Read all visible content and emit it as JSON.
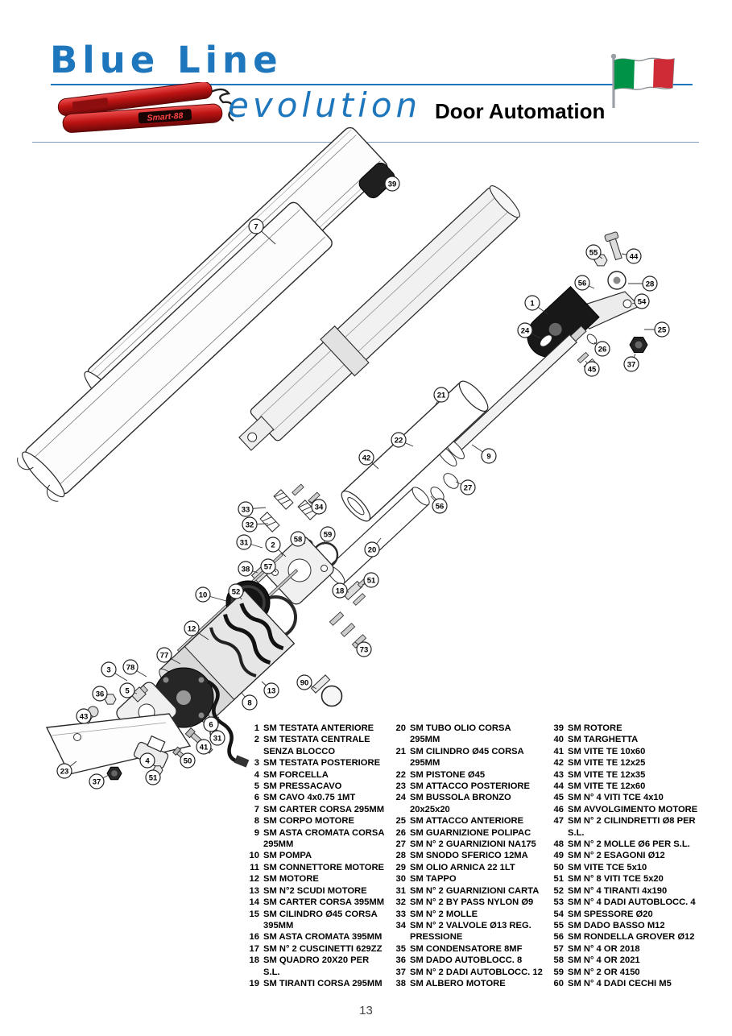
{
  "header": {
    "brand": "Blue Line",
    "evolution": "evolution",
    "door_automation": "Door Automation",
    "device_label": "Smart-88",
    "brand_color": "#1e76bc"
  },
  "flag": {
    "name": "italian-flag",
    "green": "#009246",
    "white": "#ffffff",
    "red": "#ce2b37"
  },
  "diagram": {
    "callouts": [
      [
        39,
        487,
        228,
        472,
        234
      ],
      [
        7,
        318,
        281,
        342,
        303
      ],
      [
        55,
        737,
        313,
        748,
        321
      ],
      [
        44,
        787,
        318,
        772,
        315
      ],
      [
        56,
        723,
        351,
        738,
        358
      ],
      [
        28,
        807,
        352,
        780,
        352
      ],
      [
        54,
        797,
        374,
        785,
        377
      ],
      [
        1,
        661,
        376,
        680,
        390
      ],
      [
        24,
        652,
        410,
        671,
        420
      ],
      [
        25,
        822,
        409,
        800,
        409
      ],
      [
        26,
        748,
        433,
        738,
        425
      ],
      [
        45,
        735,
        458,
        727,
        448
      ],
      [
        37,
        784,
        452,
        789,
        439
      ],
      [
        21,
        548,
        490,
        540,
        504
      ],
      [
        22,
        495,
        546,
        513,
        554
      ],
      [
        9,
        607,
        566,
        586,
        552
      ],
      [
        42,
        455,
        568,
        470,
        582
      ],
      [
        27,
        581,
        605,
        566,
        598
      ],
      [
        56,
        546,
        628,
        535,
        616
      ],
      [
        34,
        396,
        629,
        384,
        622
      ],
      [
        33,
        305,
        632,
        330,
        630
      ],
      [
        32,
        310,
        651,
        333,
        650
      ],
      [
        59,
        407,
        663,
        401,
        676
      ],
      [
        58,
        370,
        669,
        379,
        675
      ],
      [
        31,
        303,
        673,
        326,
        680
      ],
      [
        2,
        339,
        676,
        355,
        691
      ],
      [
        20,
        462,
        682,
        473,
        668
      ],
      [
        38,
        305,
        706,
        320,
        711
      ],
      [
        57,
        333,
        703,
        343,
        710
      ],
      [
        51,
        461,
        720,
        450,
        726
      ],
      [
        18,
        422,
        733,
        433,
        735
      ],
      [
        10,
        252,
        738,
        281,
        746
      ],
      [
        52,
        293,
        734,
        300,
        744
      ],
      [
        12,
        238,
        780,
        259,
        794
      ],
      [
        73,
        452,
        806,
        441,
        797
      ],
      [
        77,
        204,
        813,
        224,
        824
      ],
      [
        3,
        135,
        831,
        158,
        845
      ],
      [
        78,
        162,
        828,
        182,
        840
      ],
      [
        13,
        337,
        857,
        325,
        846
      ],
      [
        5,
        158,
        857,
        170,
        861
      ],
      [
        90,
        378,
        847,
        393,
        855
      ],
      [
        8,
        310,
        872,
        300,
        860
      ],
      [
        36,
        124,
        861,
        133,
        866
      ],
      [
        43,
        104,
        889,
        112,
        886
      ],
      [
        6,
        262,
        899,
        272,
        890
      ],
      [
        23,
        80,
        957,
        95,
        945
      ],
      [
        4,
        183,
        944,
        188,
        936
      ],
      [
        50,
        233,
        944,
        229,
        938
      ],
      [
        41,
        253,
        927,
        250,
        922
      ],
      [
        31,
        270,
        916,
        266,
        911
      ],
      [
        37,
        120,
        970,
        135,
        962
      ],
      [
        51,
        190,
        965,
        194,
        958
      ]
    ]
  },
  "parts_list": {
    "columns": [
      {
        "items": [
          {
            "num": "1",
            "label": "SM TESTATA ANTERIORE"
          },
          {
            "num": "2",
            "label": "SM TESTATA CENTRALE SENZA BLOCCO"
          },
          {
            "num": "3",
            "label": "SM TESTATA POSTERIORE"
          },
          {
            "num": "4",
            "label": "SM FORCELLA"
          },
          {
            "num": "5",
            "label": "SM PRESSACAVO"
          },
          {
            "num": "6",
            "label": "SM CAVO 4x0.75 1MT"
          },
          {
            "num": "7",
            "label": "SM CARTER CORSA 295MM"
          },
          {
            "num": "8",
            "label": "SM CORPO MOTORE"
          },
          {
            "num": "9",
            "label": "SM ASTA CROMATA CORSA 295MM"
          },
          {
            "num": "10",
            "label": "SM POMPA"
          },
          {
            "num": "11",
            "label": "SM CONNETTORE MOTORE"
          },
          {
            "num": "12",
            "label": "SM MOTORE"
          },
          {
            "num": "13",
            "label": "SM N°2 SCUDI MOTORE"
          },
          {
            "num": "14",
            "label": "SM CARTER CORSA 395MM"
          },
          {
            "num": "15",
            "label": "SM CILINDRO Ø45 CORSA 395MM"
          },
          {
            "num": "16",
            "label": "SM ASTA CROMATA 395MM"
          },
          {
            "num": "17",
            "label": "SM N° 2 CUSCINETTI 629ZZ"
          },
          {
            "num": "18",
            "label": "SM QUADRO 20X20 PER S.L."
          },
          {
            "num": "19",
            "label": "SM TIRANTI CORSA 295MM"
          }
        ]
      },
      {
        "items": [
          {
            "num": "20",
            "label": "SM TUBO OLIO CORSA 295MM"
          },
          {
            "num": "21",
            "label": "SM CILINDRO Ø45 CORSA 295MM"
          },
          {
            "num": "22",
            "label": "SM PISTONE Ø45"
          },
          {
            "num": "23",
            "label": "SM ATTACCO POSTERIORE"
          },
          {
            "num": "24",
            "label": "SM BUSSOLA BRONZO 20x25x20"
          },
          {
            "num": "25",
            "label": "SM ATTACCO ANTERIORE"
          },
          {
            "num": "26",
            "label": "SM GUARNIZIONE POLIPAC"
          },
          {
            "num": "27",
            "label": "SM N° 2 GUARNIZIONI NA175"
          },
          {
            "num": "28",
            "label": "SM SNODO SFERICO 12MA"
          },
          {
            "num": "29",
            "label": "SM OLIO ARNICA 22 1LT"
          },
          {
            "num": "30",
            "label": "SM TAPPO"
          },
          {
            "num": "31",
            "label": "SM N° 2 GUARNIZIONI CARTA"
          },
          {
            "num": "32",
            "label": "SM N° 2 BY PASS NYLON Ø9"
          },
          {
            "num": "33",
            "label": "SM N° 2 MOLLE"
          },
          {
            "num": "34",
            "label": "SM N° 2 VALVOLE Ø13 REG. PRESSIONE"
          },
          {
            "num": "35",
            "label": "SM CONDENSATORE 8MF"
          },
          {
            "num": "36",
            "label": "SM DADO AUTOBLOCC. 8"
          },
          {
            "num": "37",
            "label": "SM N° 2 DADI AUTOBLOCC. 12"
          },
          {
            "num": "38",
            "label": "SM ALBERO MOTORE"
          }
        ]
      },
      {
        "items": [
          {
            "num": "39",
            "label": "SM ROTORE"
          },
          {
            "num": "40",
            "label": "SM TARGHETTA"
          },
          {
            "num": "41",
            "label": "SM VITE TE 10x60"
          },
          {
            "num": "42",
            "label": "SM VITE TE 12x25"
          },
          {
            "num": "43",
            "label": "SM VITE TE 12x35"
          },
          {
            "num": "44",
            "label": "SM VITE TE 12x60"
          },
          {
            "num": "45",
            "label": "SM N° 4 VITI TCE 4x10"
          },
          {
            "num": "46",
            "label": "SM AVVOLGIMENTO MOTORE"
          },
          {
            "num": "47",
            "label": "SM N° 2 CILINDRETTI Ø8 PER S.L."
          },
          {
            "num": "48",
            "label": "SM N° 2 MOLLE Ø6 PER S.L."
          },
          {
            "num": "49",
            "label": "SM N° 2 ESAGONI Ø12"
          },
          {
            "num": "50",
            "label": "SM VITE TCE 5x10"
          },
          {
            "num": "51",
            "label": "SM N° 8 VITI TCE 5x20"
          },
          {
            "num": "52",
            "label": "SM N° 4 TIRANTI 4x190"
          },
          {
            "num": "53",
            "label": "SM N° 4 DADI AUTOBLOCC. 4"
          },
          {
            "num": "54",
            "label": "SM SPESSORE Ø20"
          },
          {
            "num": "55",
            "label": "SM DADO BASSO M12"
          },
          {
            "num": "56",
            "label": "SM RONDELLA GROVER Ø12"
          },
          {
            "num": "57",
            "label": "SM N° 4 OR 2018"
          },
          {
            "num": "58",
            "label": "SM N° 4 OR 2021"
          },
          {
            "num": "59",
            "label": "SM N° 2 OR 4150"
          },
          {
            "num": "60",
            "label": "SM N° 4 DADI CECHI M5"
          }
        ]
      }
    ]
  },
  "page_number": "13"
}
